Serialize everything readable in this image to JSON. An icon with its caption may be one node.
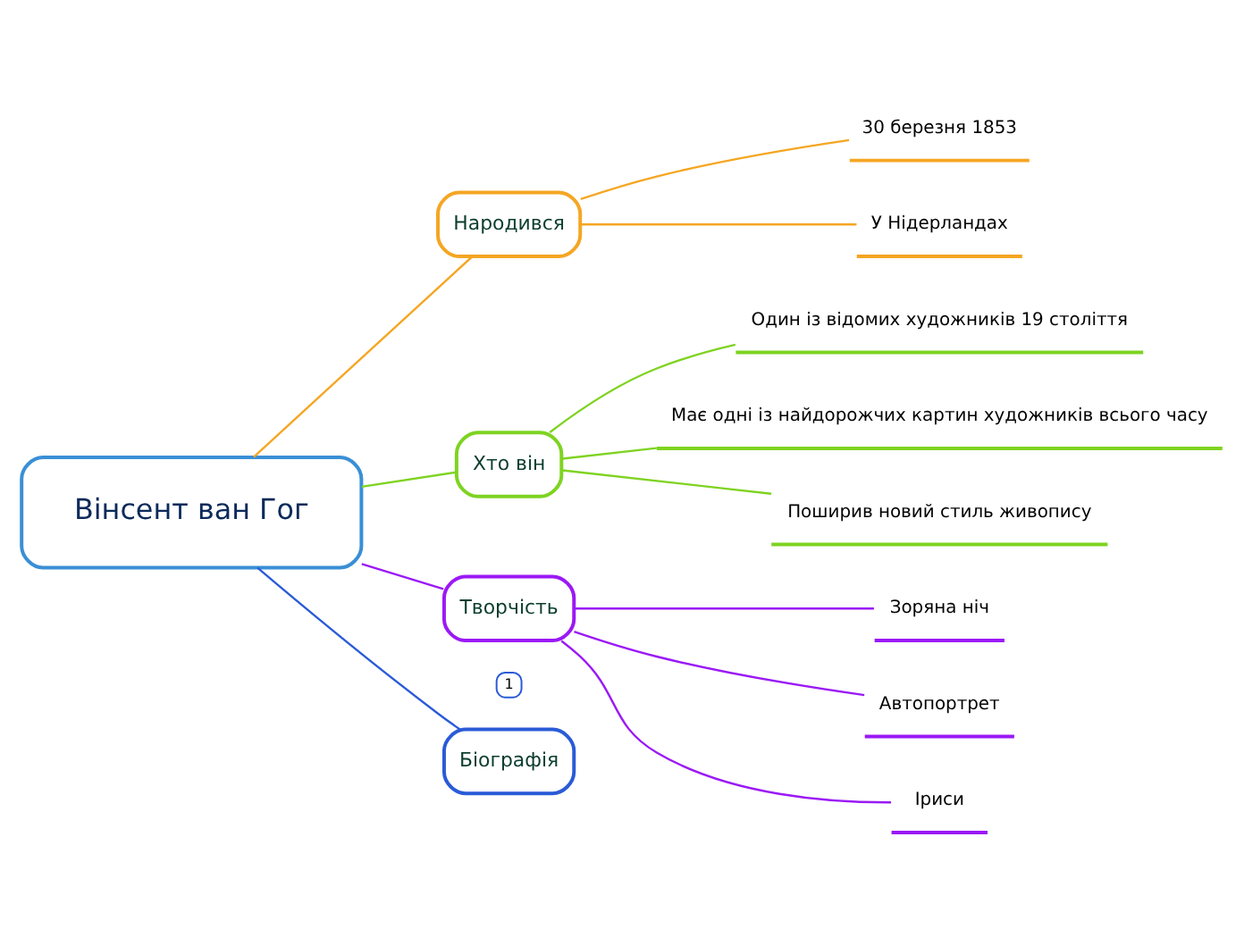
{
  "diagram": {
    "nodes": [
      {
        "text": [
          "Вінсент ван Гог"
        ]
      },
      {
        "text": [
          "Біографія"
        ],
        "beside": [
          "1"
        ]
      },
      {
        "text": [
          "Народився"
        ]
      },
      {
        "text": [
          "30 березня 1853"
        ]
      },
      {
        "text": [
          "У Нідерландах"
        ]
      },
      {
        "text": [
          "Хто він"
        ]
      },
      {
        "text": [
          "Один із відомих художників 19 століття"
        ]
      },
      {
        "text": [
          "Має одні із найдорожчих картин художників всього часу"
        ]
      },
      {
        "text": [
          "Поширив новий стиль живопису"
        ]
      },
      {
        "text": [
          "Творчість"
        ]
      },
      {
        "text": [
          "Зоряна ніч"
        ]
      },
      {
        "text": [
          "Автопортрет"
        ]
      },
      {
        "text": [
          "Іриси"
        ]
      }
    ],
    "edges": [
      {
        "from": 0,
        "to": 1,
        "arrow": "none",
        "color": "#2a5bd7"
      },
      {
        "from": 0,
        "to": 2,
        "arrow": "none",
        "color": "#f5a623"
      },
      {
        "from": 2,
        "to": 3,
        "arrow": "none",
        "color": "#f5a623"
      },
      {
        "from": 2,
        "to": 4,
        "arrow": "none",
        "color": "#f5a623"
      },
      {
        "from": 0,
        "to": 5,
        "arrow": "none",
        "color": "#7ed321"
      },
      {
        "from": 5,
        "to": 6,
        "arrow": "none",
        "color": "#7ed321"
      },
      {
        "from": 5,
        "to": 7,
        "arrow": "none",
        "color": "#7ed321"
      },
      {
        "from": 5,
        "to": 8,
        "arrow": "none",
        "color": "#7ed321"
      },
      {
        "from": 0,
        "to": 9,
        "arrow": "none",
        "color": "#9b19f5"
      },
      {
        "from": 9,
        "to": 10,
        "arrow": "none",
        "color": "#9b19f5"
      },
      {
        "from": 9,
        "to": 11,
        "arrow": "none",
        "color": "#9b19f5"
      },
      {
        "from": 9,
        "to": 12,
        "arrow": "none",
        "color": "#9b19f5"
      }
    ]
  }
}
